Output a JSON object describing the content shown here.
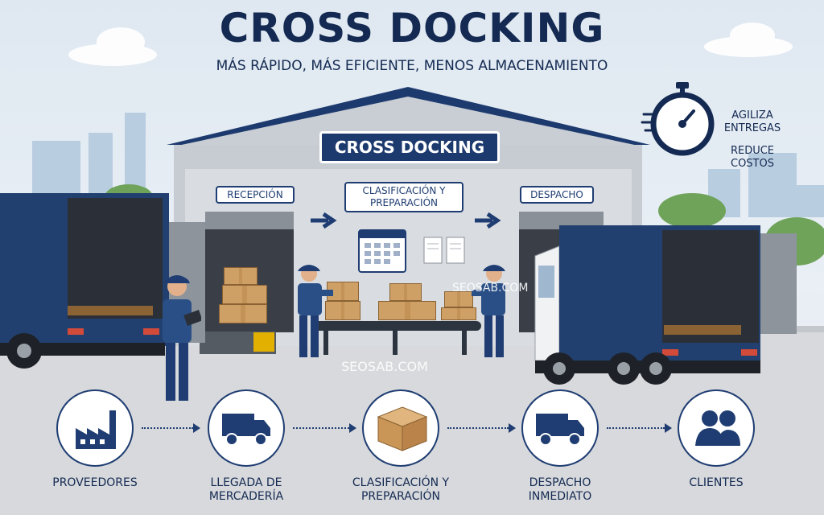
{
  "title": "CROSS DOCKING",
  "subtitle": "MÁS RÁPIDO, MÁS EFICIENTE, MENOS ALMACENAMIENTO",
  "warehouse_sign": "CROSS DOCKING",
  "zones": {
    "reception": "RECEPCIÓN",
    "sorting": "CLASIFICACIÓN Y PREPARACIÓN",
    "dispatch": "DESPACHO"
  },
  "benefits": {
    "speed": "AGILIZA ENTREGAS",
    "cost": "REDUCE COSTOS"
  },
  "watermarks": {
    "inner": "SEOSAB.COM",
    "floor": "SEOSAB.COM"
  },
  "steps": [
    {
      "label": "PROVEEDORES",
      "icon": "factory-icon"
    },
    {
      "label": "LLEGADA DE MERCADERÍA",
      "icon": "truck-icon"
    },
    {
      "label": "CLASIFICACIÓN Y PREPARACIÓN",
      "icon": "box-icon"
    },
    {
      "label": "DESPACHO INMEDIATO",
      "icon": "truck-icon"
    },
    {
      "label": "CLIENTES",
      "icon": "people-icon"
    }
  ],
  "colors": {
    "navy": "#142a52",
    "truck_blue": "#22406f",
    "cardboard": "#cfa066"
  }
}
